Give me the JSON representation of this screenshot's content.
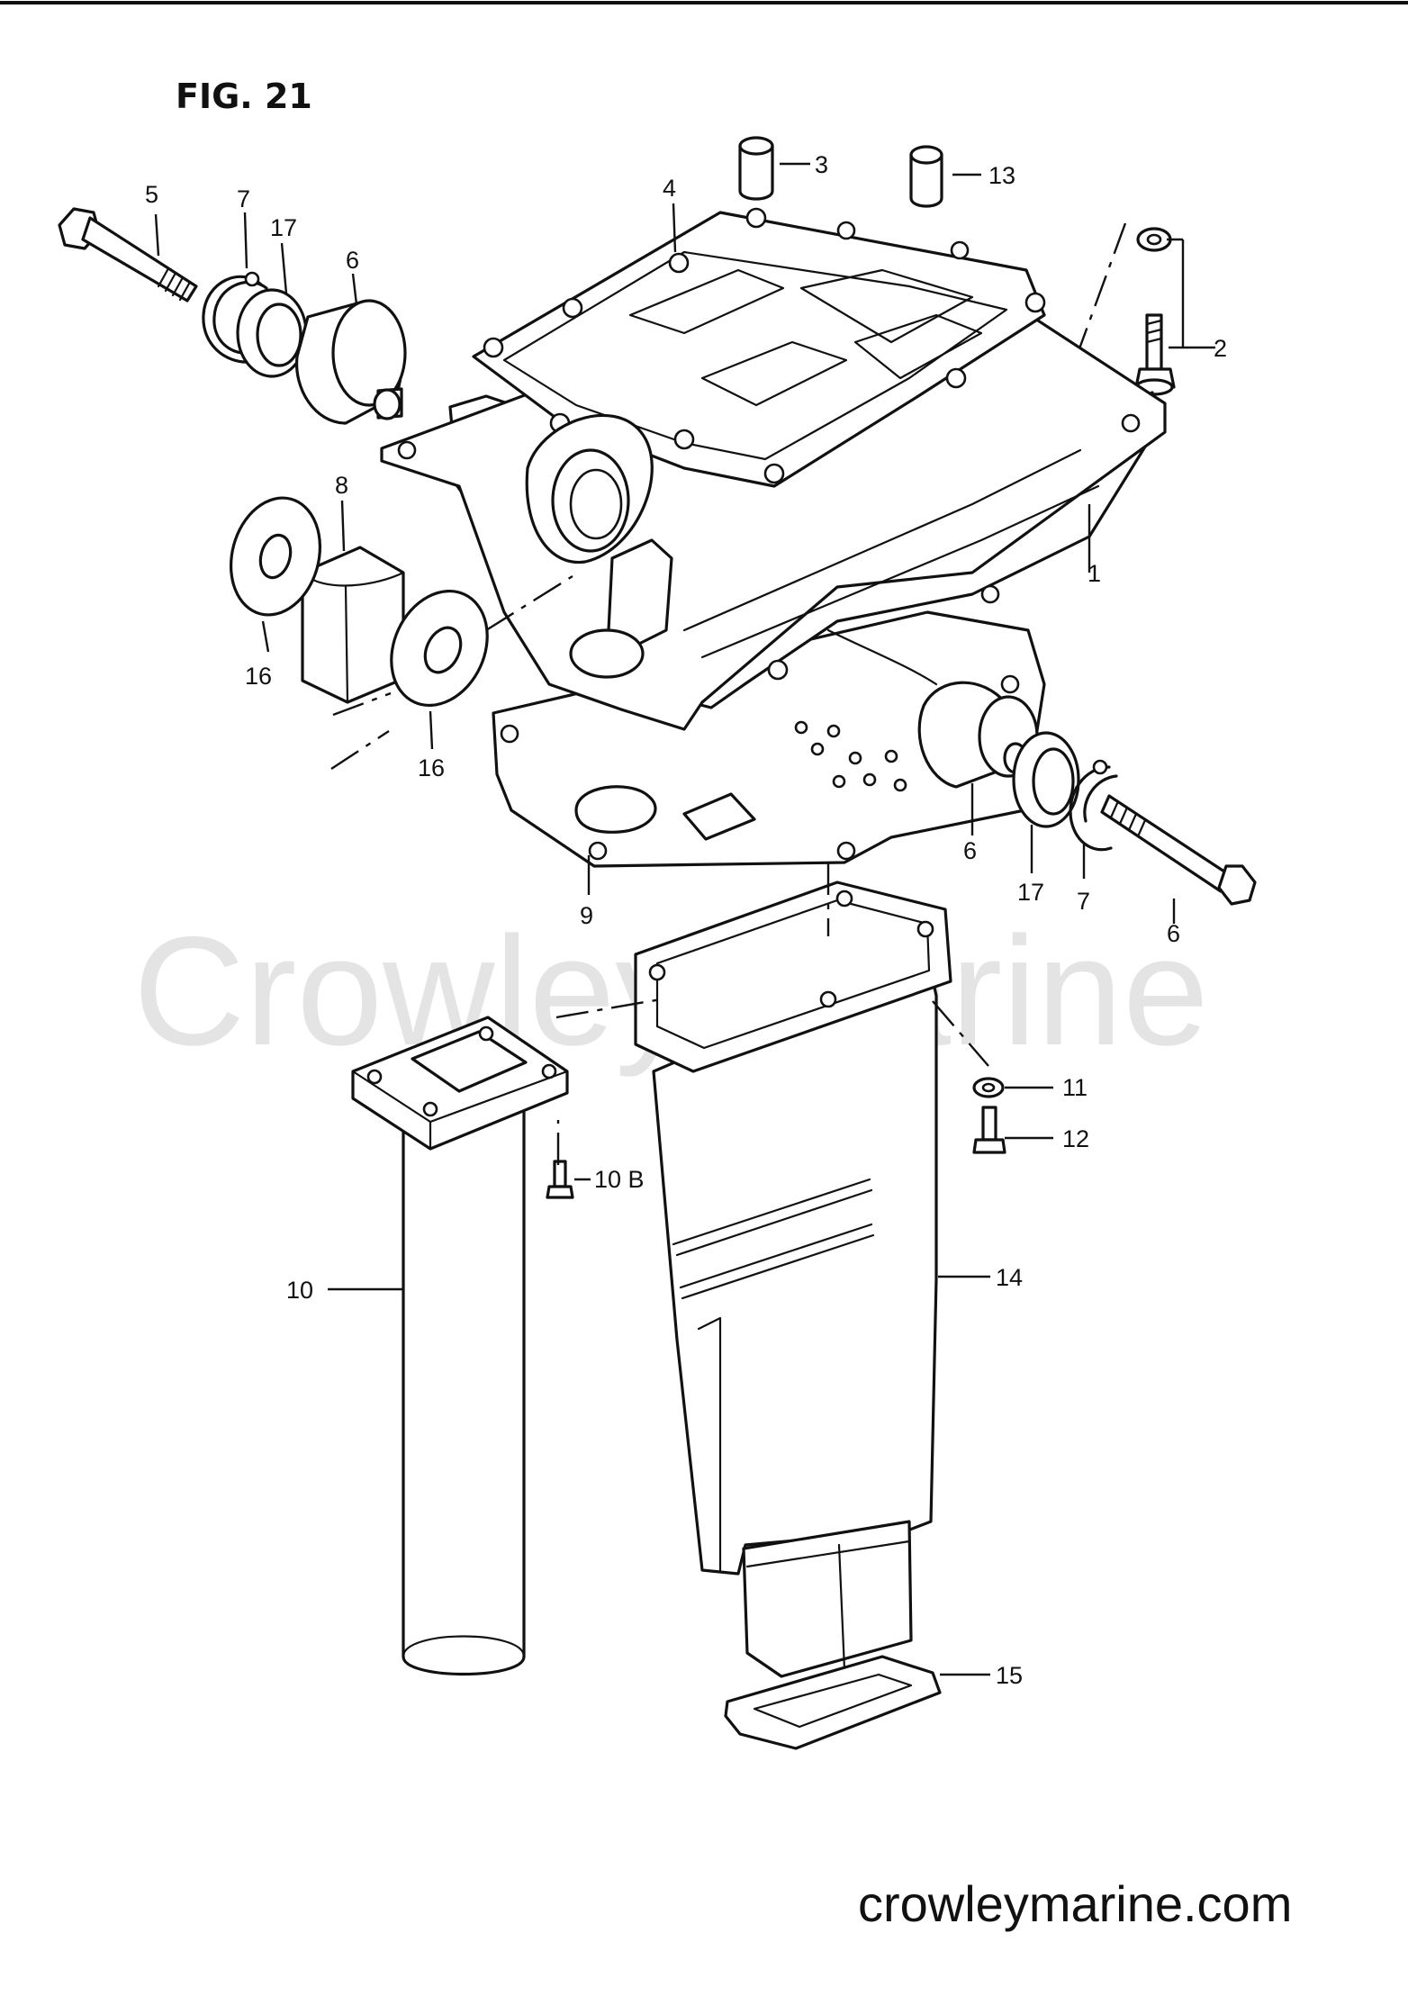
{
  "figure": {
    "title": "FIG. 21"
  },
  "watermark": {
    "text": "Crowley Marine"
  },
  "footer": {
    "url": "crowleymarine.com"
  },
  "callouts": [
    "1",
    "2",
    "3",
    "4",
    "5",
    "6",
    "7",
    "8",
    "9",
    "10",
    "10 B",
    "11",
    "12",
    "13",
    "14",
    "15",
    "16",
    "17"
  ],
  "labels": {
    "l1": "1",
    "l2": "2",
    "l3": "3",
    "l4": "4",
    "l5": "5",
    "l6a": "6",
    "l6b": "6",
    "l6c": "6",
    "l7a": "7",
    "l7b": "7",
    "l8": "8",
    "l9": "9",
    "l10": "10",
    "l10b": "10 B",
    "l11": "11",
    "l12": "12",
    "l13": "13",
    "l14": "14",
    "l15": "15",
    "l16a": "16",
    "l16b": "16",
    "l17a": "17",
    "l17b": "17"
  }
}
